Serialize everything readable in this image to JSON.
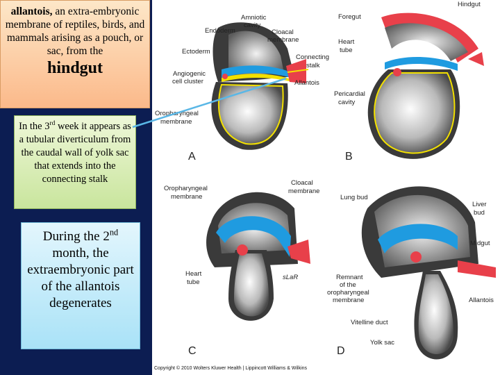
{
  "definition": {
    "term": "allantois,",
    "text": " an extra-embryonic membrane of reptiles, birds, and mammals arising as a pouch, or sac, from the",
    "emph": "hindgut"
  },
  "week_note": {
    "p1": "In the 3",
    "sup": "rd",
    "p2": " week it appears as a tubular diverticulum from the caudal wall of yolk sac that extends into the connecting stalk"
  },
  "month_note": {
    "p1": "During the 2",
    "sup": "nd",
    "p2": " month, the extraembryonic part of the allantois degenerates"
  },
  "diagram": {
    "panels": [
      "A",
      "B",
      "C",
      "D"
    ],
    "labels_a": [
      "Amniotic",
      "cavity",
      "Endoderm",
      "Cloacal",
      "membrane",
      "Ectoderm",
      "Connecting",
      "stalk",
      "Angiogenic",
      "cell cluster",
      "Allantois",
      "Oropharyngeal",
      "membrane"
    ],
    "labels_b": [
      "Foregut",
      "Hindgut",
      "Heart",
      "tube",
      "Pericardial",
      "cavity"
    ],
    "labels_c": [
      "Cloacal",
      "membrane",
      "Oropharyngeal",
      "membrane",
      "Heart",
      "tube"
    ],
    "labels_d": [
      "Lung bud",
      "Liver",
      "bud",
      "Midgut",
      "Remnant",
      "of the",
      "oropharyngeal",
      "membrane",
      "Allantois",
      "Vitelline duct",
      "Yolk sac"
    ],
    "signature": "sLaR",
    "copyright": "Copyright © 2010 Wolters Kluwer Health | Lippincott Williams & Wilkins"
  },
  "colors": {
    "background": "#0c1d52",
    "ectoderm": "#1f9be0",
    "endoderm": "#f2e000",
    "mesoderm": "#e8404a",
    "connector_line": "#5ab7e6"
  }
}
